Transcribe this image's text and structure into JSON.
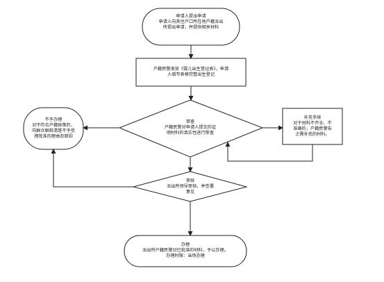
{
  "nodes": {
    "start": {
      "lines": [
        "申请人提出申请",
        "申请人向其住户口所在地户籍派出",
        "所提出申请，并提供相关材料"
      ]
    },
    "register": {
      "lines": [
        "户籍民警发放《婴儿出生登记表》，申请",
        "人填写表格完整出生登记"
      ]
    },
    "review": {
      "lines": [
        "审查",
        "户籍民警对申请人提交的证",
        "明材料的真实性进行审查"
      ]
    },
    "reject": {
      "lines": [
        "不予办理",
        "对不符合户籍政策的，",
        "向群众解释清楚不予受",
        "理批准的理由及原因"
      ]
    },
    "supplement": {
      "lines": [
        "补充手续",
        "对于材料不齐全、不",
        "准确的，户籍民警告",
        "之需补充的材料。"
      ]
    },
    "approve": {
      "lines": [
        "审核",
        "派出所领导审核，并签署",
        "意见"
      ]
    },
    "process": {
      "lines": [
        "办理",
        "派出所户籍民警对已批准的材料，予以办理。",
        "办理时限：当场办理"
      ]
    }
  }
}
